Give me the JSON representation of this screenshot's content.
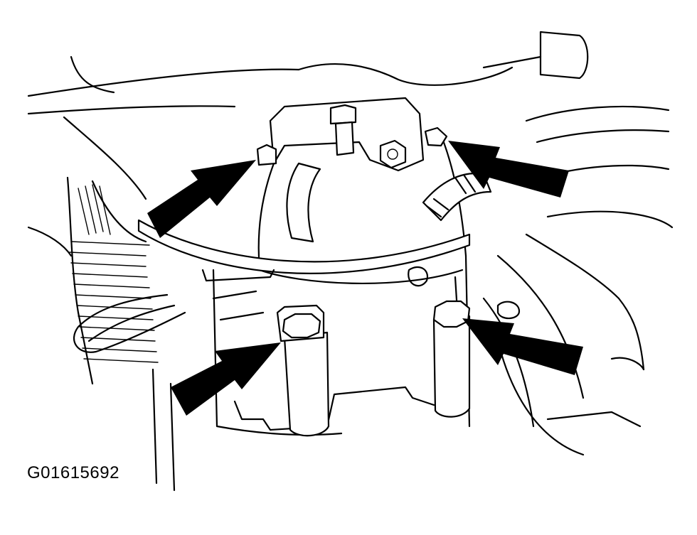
{
  "figure": {
    "id_label": "G01615692",
    "ink_color": "#000000",
    "paper_color": "#ffffff",
    "callouts": [
      {
        "name": "upper-left-bolt",
        "icon": "arrow-callout"
      },
      {
        "name": "upper-right-bolt",
        "icon": "arrow-callout"
      },
      {
        "name": "lower-left-bolt",
        "icon": "arrow-callout"
      },
      {
        "name": "lower-right-bolt",
        "icon": "arrow-callout"
      }
    ]
  }
}
